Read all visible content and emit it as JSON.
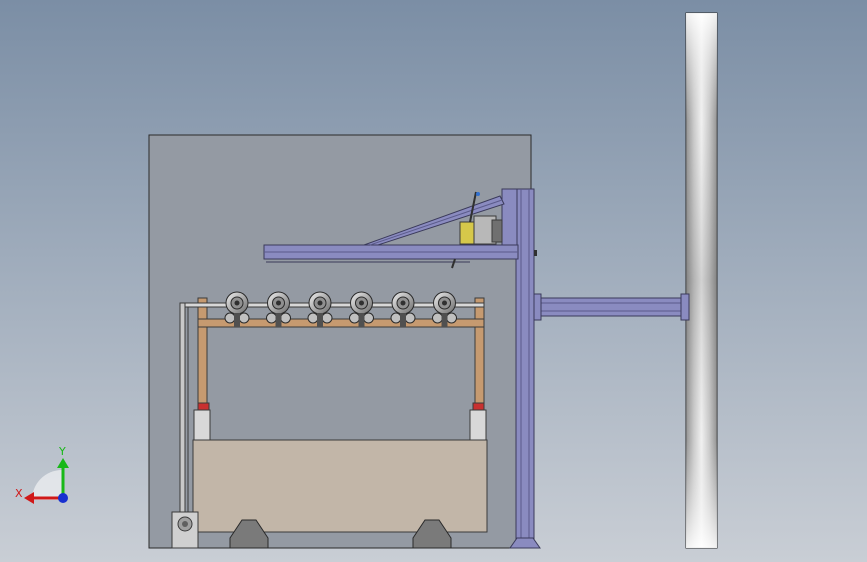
{
  "triad": {
    "x_label": "X",
    "y_label": "Y",
    "x_color": "#d01818",
    "y_color": "#18b818",
    "z_color": "#1830d0"
  },
  "colors": {
    "enclosure_fill": "#949aa3",
    "frame_purple": "#8a8bc0",
    "wood_post": "#c69a70",
    "tank_fill": "#c2b6a8",
    "panel_edge": "#2a2a2a"
  },
  "roller_count": 6
}
